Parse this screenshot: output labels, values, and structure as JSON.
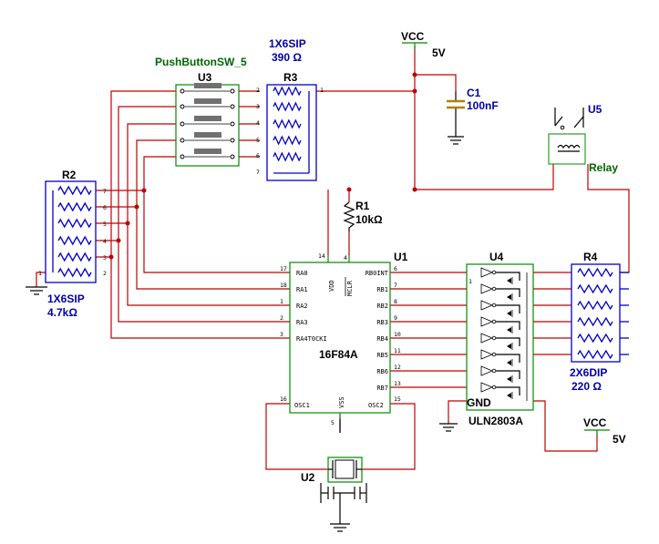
{
  "labels": {
    "vcc_top": "VCC",
    "vcc_top_v": "5V",
    "vcc_bot": "VCC",
    "vcc_bot_v": "5V",
    "u3_type": "PushButtonSW_5",
    "u3_ref": "U3",
    "r3_type": "1X6SIP",
    "r3_val": "390 Ω",
    "r3_ref": "R3",
    "c1_ref": "C1",
    "c1_val": "100nF",
    "u5_ref": "U5",
    "u5_type": "Relay",
    "r2_ref": "R2",
    "r2_type": "1X6SIP",
    "r2_val": "4.7kΩ",
    "r1_ref": "R1",
    "r1_val": "10kΩ",
    "u1_ref": "U1",
    "u1_type": "16F84A",
    "u4_ref": "U4",
    "u4_type": "ULN2803A",
    "u4_gnd": "GND",
    "r4_ref": "R4",
    "r4_type": "2X6DIP",
    "r4_val": "220 Ω",
    "u2_ref": "U2"
  },
  "u1_pins": {
    "left": [
      {
        "num": "17",
        "name": "RA0"
      },
      {
        "num": "18",
        "name": "RA1"
      },
      {
        "num": "1",
        "name": "RA2"
      },
      {
        "num": "2",
        "name": "RA3"
      },
      {
        "num": "3",
        "name": "RA4T0CKI"
      }
    ],
    "right": [
      {
        "num": "6",
        "name": "RB0INT"
      },
      {
        "num": "7",
        "name": "RB1"
      },
      {
        "num": "8",
        "name": "RB2"
      },
      {
        "num": "9",
        "name": "RB3"
      },
      {
        "num": "10",
        "name": "RB4"
      },
      {
        "num": "11",
        "name": "RB5"
      },
      {
        "num": "12",
        "name": "RB6"
      },
      {
        "num": "13",
        "name": "RB7"
      }
    ],
    "vdd": {
      "num": "14",
      "name": "VDD"
    },
    "mclr": {
      "num": "4",
      "name": "MCLR"
    },
    "vss": {
      "num": "5",
      "name": "VSS"
    },
    "osc1": {
      "num": "16",
      "name": "OSC1"
    },
    "osc2": {
      "num": "15",
      "name": "OSC2"
    }
  },
  "r3_pins": [
    "1",
    "2",
    "3",
    "4",
    "5",
    "6",
    "7"
  ],
  "r2_pins": [
    "1",
    "2",
    "3",
    "4",
    "5",
    "6",
    "7"
  ],
  "u4_pin1": "1",
  "colors": {
    "wire": "#c00000",
    "component": "#008a00",
    "resistor": "#0000cc",
    "ground": "#000000"
  }
}
